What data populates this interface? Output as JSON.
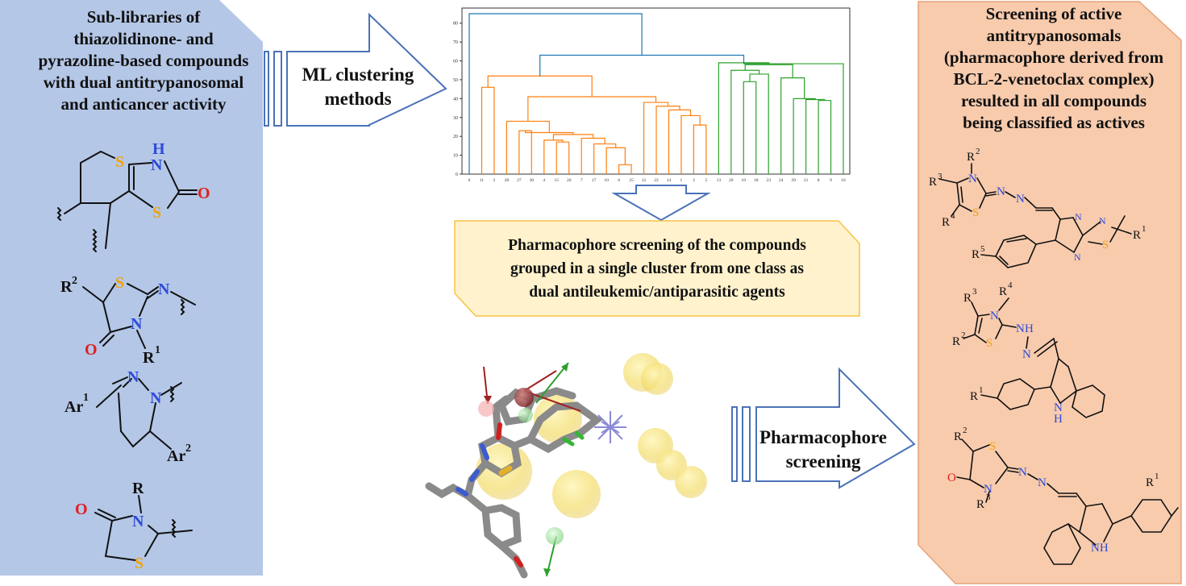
{
  "left_panel": {
    "title_lines": [
      "Sub-libraries of",
      "thiazolidinone- and",
      "pyrazoline-based compounds",
      "with dual antitrypanosomal",
      "and anticancer activity"
    ],
    "colors": {
      "fill": "#b4c7e7",
      "sulfur": "#f0a30a",
      "nitrogen": "#2e4bd8",
      "oxygen": "#e0201e"
    },
    "struct1": {
      "S1": "S",
      "N": "N",
      "H": "H",
      "O": "O",
      "S2": "S"
    },
    "struct2": {
      "R2": "R",
      "R2sup": "2",
      "S": "S",
      "N1": "N",
      "N2": "N",
      "O": "O",
      "R1": "R",
      "R1sup": "1"
    },
    "struct3": {
      "Ar1": "Ar",
      "Ar1sup": "1",
      "N1": "N",
      "N2": "N",
      "Ar2": "Ar",
      "Ar2sup": "2"
    },
    "struct4": {
      "R": "R",
      "O": "O",
      "N": "N",
      "S": "S"
    }
  },
  "arrow1": {
    "label_lines": [
      "ML clustering",
      "methods"
    ]
  },
  "dendrogram": {
    "y_ticks": [
      "0",
      "10",
      "20",
      "30",
      "40",
      "50",
      "60",
      "70",
      "80"
    ],
    "x_ticks": [
      "0",
      "11",
      "2",
      "28",
      "27",
      "30",
      "4",
      "15",
      "26",
      "7",
      "17",
      "10",
      "6",
      "25",
      "12",
      "22",
      "14",
      "1",
      "3",
      "5",
      "13",
      "20",
      "19",
      "18",
      "23",
      "24",
      "29",
      "21",
      "8",
      "9",
      "16"
    ],
    "colors": {
      "root": "#1f77b4",
      "cluster_a": "#ff7f0e",
      "cluster_b": "#2ca02c"
    }
  },
  "callout": {
    "lines": [
      "Pharmacophore screening of the compounds",
      "grouped in a single cluster from one class as",
      "dual antileukemic/antiparasitic agents"
    ],
    "fill": "#fff2cc",
    "border": "#f6c344"
  },
  "arrow2": {
    "label_lines": [
      "Pharmacophore",
      "screening"
    ]
  },
  "right_panel": {
    "title_lines": [
      "Screening of active",
      "antitrypanosomals",
      "(pharmacophore derived from",
      "BCL-2-venetoclax complex)",
      "resulted in all compounds",
      "being classified as actives"
    ],
    "fill": "#f8cbad",
    "m1": {
      "R2": "R",
      "R2sup": "2",
      "R3": "R",
      "R3sup": "3",
      "R4": "R",
      "R4sup": "4",
      "R5": "R",
      "R5sup": "5",
      "R1": "R",
      "R1sup": "1",
      "N1": "N",
      "S1": "S",
      "Na": "N",
      "Nb": "N",
      "N2": "N",
      "N3": "N",
      "N4": "N",
      "S2": "S"
    },
    "m2": {
      "R3": "R",
      "R3sup": "3",
      "R4": "R",
      "R4sup": "4",
      "R2": "R",
      "R2sup": "2",
      "R1": "R",
      "R1sup": "1",
      "N1": "N",
      "S": "S",
      "NH1": "N",
      "H1": "H",
      "N2": "N",
      "NH": "N",
      "H": "H"
    },
    "m3": {
      "R2": "R",
      "R2sup": "2",
      "R3": "R",
      "R3sup": "3",
      "R1": "R",
      "R1sup": "1",
      "O": "O",
      "S": "S",
      "N": "N",
      "Na": "N",
      "Nb": "N",
      "NH": "NH"
    }
  }
}
